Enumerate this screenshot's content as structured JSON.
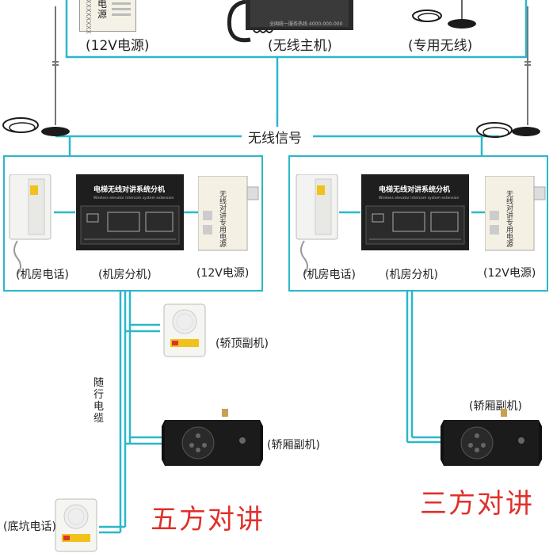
{
  "top": {
    "psu_label": "(12V电源)",
    "psu_side_text": "电源",
    "psu_side_small": "XXXXXXXX",
    "host_label": "(无线主机)",
    "host_small_text": "全国统一服务热线 4000-000-000",
    "antenna_label": "(专用无线)"
  },
  "signal_label": "无线信号",
  "left_unit": {
    "phone_label": "(机房电话)",
    "host_label": "(机房分机)",
    "psu_label": "(12V电源)",
    "host_title": "电梯无线对讲系统分机",
    "host_subtitle": "Wireless elevator intercom system extension",
    "psu_text": "无线对讲专用电源"
  },
  "right_unit": {
    "phone_label": "(机房电话)",
    "host_label": "(机房分机)",
    "psu_label": "(12V电源)",
    "host_title": "电梯无线对讲系统分机",
    "host_subtitle": "Wireless elevator intercom system extension",
    "psu_text": "无线对讲专用电源"
  },
  "left_branch": {
    "car_top_label": "(轿顶副机)",
    "cable_label": "随行电缆",
    "car_label": "(轿厢副机)",
    "pit_label": "(底坑电话)",
    "title": "五方对讲"
  },
  "right_branch": {
    "car_label": "(轿厢副机)",
    "title": "三方对讲"
  },
  "colors": {
    "line": "#2bb7c9",
    "title_red": "#e0302a",
    "device_dark": "#1e1e1e"
  }
}
